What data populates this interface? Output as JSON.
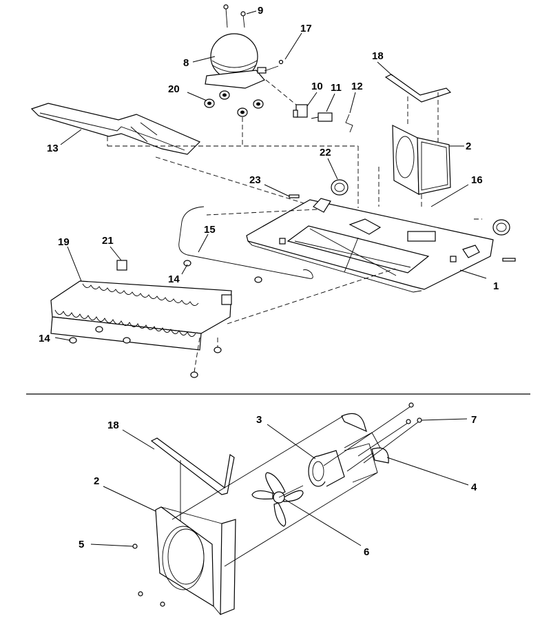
{
  "callouts": {
    "c1": "1",
    "c2": "2",
    "c8": "8",
    "c9": "9",
    "c10": "10",
    "c11": "11",
    "c12": "12",
    "c13": "13",
    "c14a": "14",
    "c14b": "14",
    "c15": "15",
    "c16": "16",
    "c17": "17",
    "c18": "18",
    "c19": "19",
    "c20": "20",
    "c21": "21",
    "c22": "22",
    "c23": "23",
    "d2": "2",
    "d3": "3",
    "d4": "4",
    "d5": "5",
    "d6": "6",
    "d7": "7",
    "d18": "18"
  }
}
